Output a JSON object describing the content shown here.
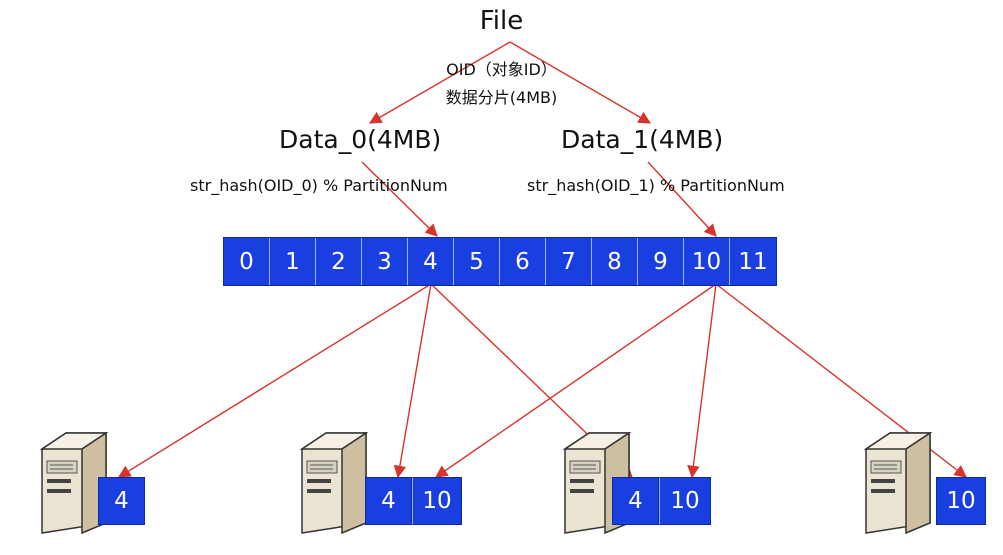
{
  "title": "File",
  "split_note": {
    "line1": "OID（对象ID）",
    "line2": "数据分片(4MB)"
  },
  "chunks": [
    {
      "label": "Data_0(4MB)",
      "formula": "str_hash(OID_0) % PartitionNum"
    },
    {
      "label": "Data_1(4MB)",
      "formula": "str_hash(OID_1) % PartitionNum"
    }
  ],
  "partitions": [
    "0",
    "1",
    "2",
    "3",
    "4",
    "5",
    "6",
    "7",
    "8",
    "9",
    "10",
    "11"
  ],
  "servers": [
    {
      "replicas": [
        "4"
      ]
    },
    {
      "replicas": [
        "4",
        "10"
      ]
    },
    {
      "replicas": [
        "4",
        "10"
      ]
    },
    {
      "replicas": [
        "10"
      ]
    }
  ],
  "colors": {
    "arrow": "#d9342b",
    "partition_fill": "#1a3fe0",
    "server_body": "#ebe4d2"
  },
  "icons": [
    "server-icon"
  ]
}
